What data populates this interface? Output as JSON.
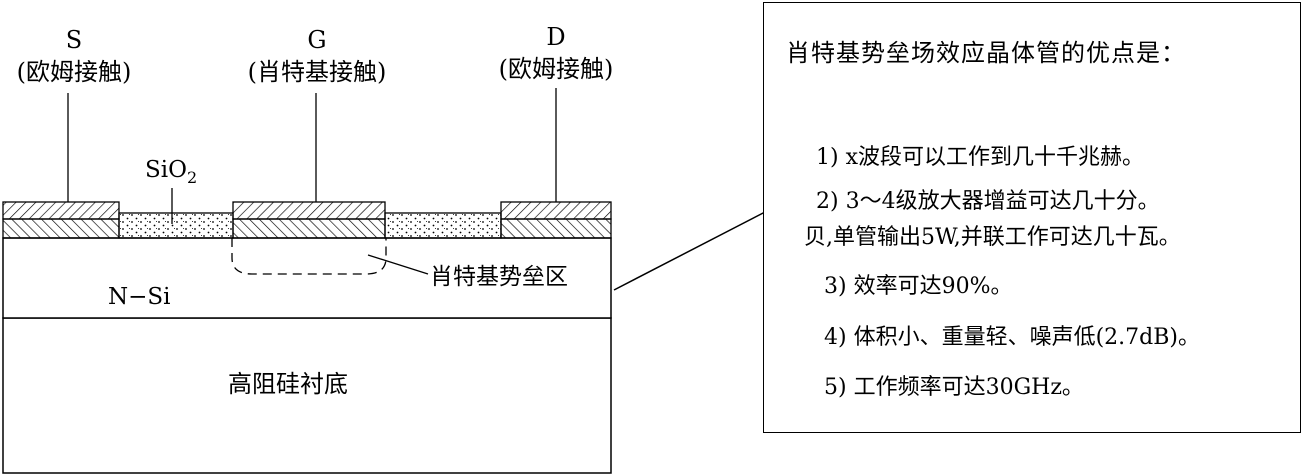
{
  "labels": {
    "source_letter": "S",
    "source_desc": "(欧姆接触)",
    "gate_letter": "G",
    "gate_desc": "(肖特基接触)",
    "drain_letter": "D",
    "drain_desc": "(欧姆接触)",
    "oxide_main": "SiO",
    "oxide_sub": "2",
    "barrier_region": "肖特基势垒区",
    "n_si": "N−Si",
    "substrate": "高阻硅衬底"
  },
  "info": {
    "title": "肖特基势垒场效应晶体管的优点是：",
    "advantages": [
      "1) x波段可以工作到几十千兆赫。",
      "2) 3～4级放大器增益可达几十分。",
      "贝,单管输出5W,并联工作可达几十瓦。",
      "3) 效率可达90%。",
      "4) 体积小、重量轻、噪声低(2.7dB)。",
      "5) 工作频率可达30GHz。"
    ]
  }
}
